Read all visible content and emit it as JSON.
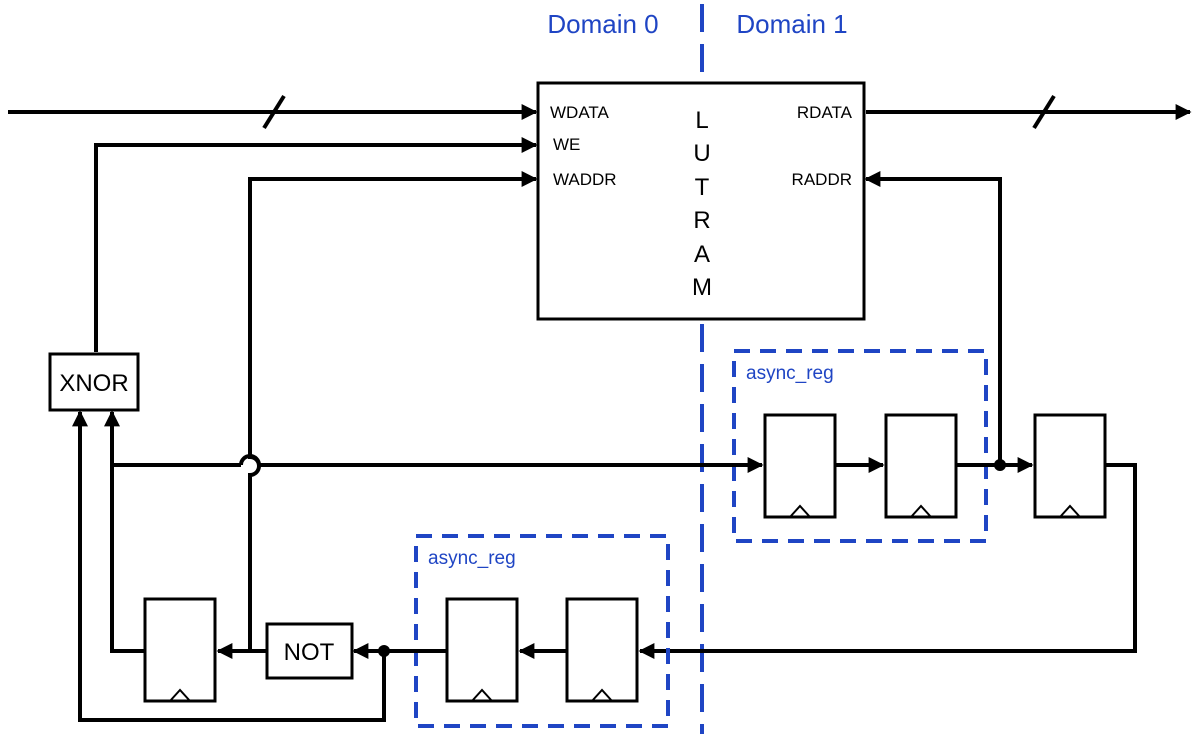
{
  "domains": {
    "left": "Domain 0",
    "right": "Domain 1"
  },
  "ram": {
    "name_letters": [
      "L",
      "U",
      "T",
      "R",
      "A",
      "M"
    ],
    "ports": {
      "wdata": "WDATA",
      "we": "WE",
      "waddr": "WADDR",
      "rdata": "RDATA",
      "raddr": "RADDR"
    }
  },
  "gates": {
    "xnor": "XNOR",
    "not": "NOT"
  },
  "groups": {
    "async_top": "async_reg",
    "async_bottom": "async_reg"
  },
  "colors": {
    "domain": "#1f45c4",
    "wire": "#000000"
  }
}
